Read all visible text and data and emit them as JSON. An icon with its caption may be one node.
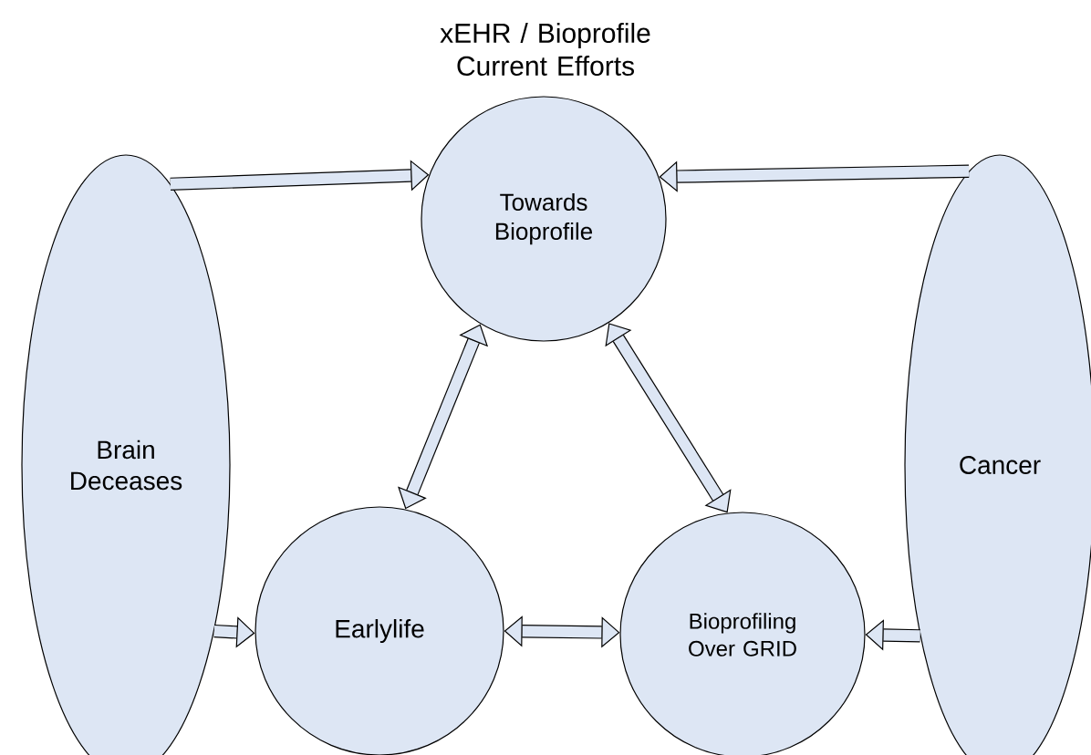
{
  "diagram": {
    "title": "xEHR / Bioprofile Current Efforts",
    "nodes": [
      {
        "text": [
          "Brain Deceases"
        ]
      },
      {
        "text": [
          "Cancer"
        ]
      },
      {
        "text": [
          "Towards Bioprofile"
        ]
      },
      {
        "text": [
          "Earlylife"
        ]
      },
      {
        "text": [
          "Bioprofiling Over GRID"
        ]
      }
    ],
    "edges": [
      {
        "from": 0,
        "to": 2,
        "arrow": "to"
      },
      {
        "from": 1,
        "to": 2,
        "arrow": "to"
      },
      {
        "from": 0,
        "to": 3,
        "arrow": "to"
      },
      {
        "from": 1,
        "to": 4,
        "arrow": "to"
      },
      {
        "from": 3,
        "to": 4,
        "arrow": "both"
      },
      {
        "from": 3,
        "to": 2,
        "arrow": "both"
      },
      {
        "from": 4,
        "to": 2,
        "arrow": "both"
      }
    ]
  }
}
